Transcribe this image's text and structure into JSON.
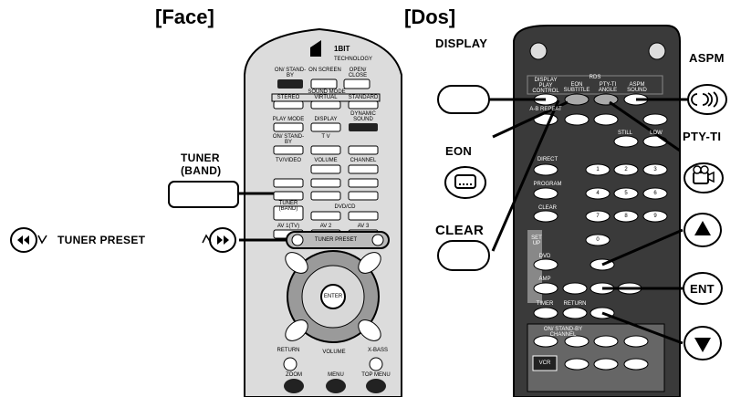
{
  "headers": {
    "face": "[Face]",
    "dos": "[Dos]"
  },
  "callouts": {
    "display": "DISPLAY",
    "eon": "EON",
    "clear": "CLEAR",
    "aspm": "ASPM",
    "pty_ti": "PTY-TI",
    "tuner_band_line1": "TUNER",
    "tuner_band_line2": "(BAND)",
    "tuner_preset": "TUNER PRESET",
    "ent": "ENT"
  },
  "face_remote": {
    "logo": "1BIT",
    "logo_sub": "TECHNOLOGY",
    "on_standby": "ON/ STAND-BY",
    "on_screen": "ON SCREEN",
    "open_close": "OPEN/ CLOSE",
    "sound_mode": "SOUND MODE",
    "stereo": "STEREO",
    "virtual": "VIRTUAL",
    "standard": "STANDARD",
    "play_mode": "PLAY MODE",
    "display": "DISPLAY",
    "dynamic_sound": "DYNAMIC SOUND",
    "tv": "T V",
    "on_standby_tv": "ON/ STAND-BY",
    "tv_video": "TV/VIDEO",
    "volume": "VOLUME",
    "channel": "CHANNEL",
    "tuner_band": "TUNER (BAND)",
    "dvd_cd": "DVD/CD",
    "av1": "AV 1(TV)",
    "av2": "AV 2",
    "av3": "AV 3",
    "tuner_preset": "TUNER PRESET",
    "enter": "ENTER",
    "return": "RETURN",
    "volume_ring": "VOLUME",
    "x_bass": "X-BASS",
    "zoom": "ZOOM",
    "menu": "MENU",
    "top_menu": "TOP MENU"
  },
  "back_remote": {
    "display_play_control": "DISPLAY PLAY CONTROL",
    "rds": "RDS",
    "eon_subtitle": "EON SUBTITLE",
    "pty_ti_angle": "PTY-TI ANGLE",
    "aspm_sound": "ASPM SOUND",
    "a_b_repeat": "A-B REPEAT",
    "still": "STILL",
    "slow": "LOW",
    "direct": "DIRECT",
    "program": "PROGRAM",
    "clear": "CLEAR",
    "set_up": "SET UP",
    "dvd": "DVD",
    "amp": "AMP",
    "timer": "TIMER",
    "return": "RETURN",
    "on_standby_channel": "ON/ STAND-BY CHANNEL",
    "vcr": "VCR",
    "numbers": [
      "1",
      "2",
      "3",
      "4",
      "5",
      "6",
      "7",
      "8",
      "9",
      "0"
    ]
  }
}
